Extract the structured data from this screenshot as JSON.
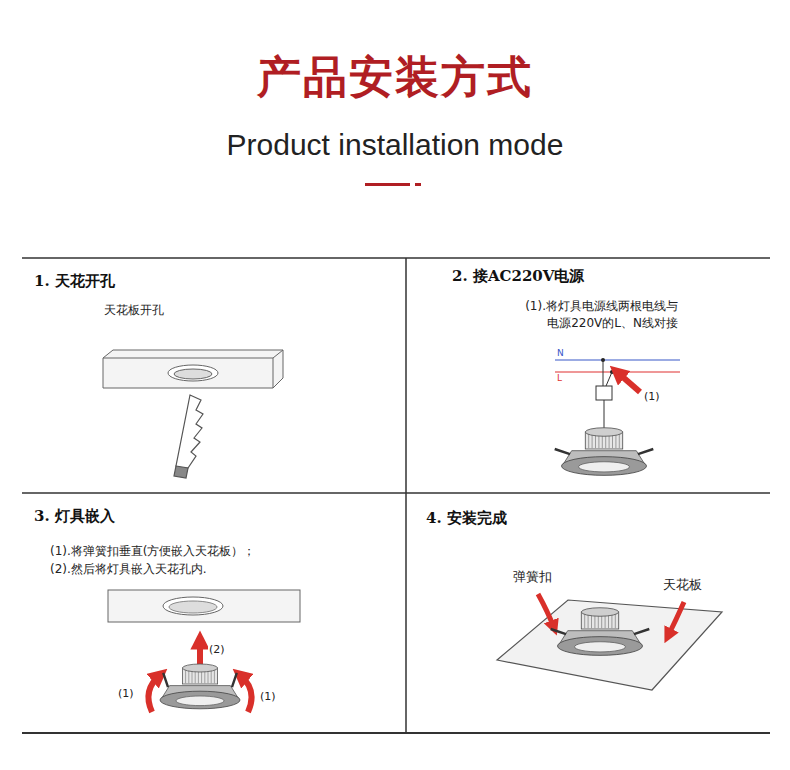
{
  "diagram": {
    "title": "产品安装方式",
    "nodes": [
      {
        "text": [
          "1. 天花开孔",
          "天花板开孔"
        ]
      },
      {
        "text": [
          "2. 接AC220V电源",
          "(1).将灯具电源线两根电线与 电源220V的L、N线对接"
        ]
      },
      {
        "text": [
          "3. 灯具嵌入",
          "(1).将弹簧扣垂直(方便嵌入天花板）；",
          "(2).然后将灯具嵌入天花孔内."
        ]
      },
      {
        "text": [
          "4. 安装完成"
        ]
      }
    ],
    "labels": [
      "Product installation mode",
      "N",
      "L",
      "(1)",
      "(2)",
      "(1)",
      "(1)",
      "弹簧扣",
      "天花板"
    ]
  }
}
